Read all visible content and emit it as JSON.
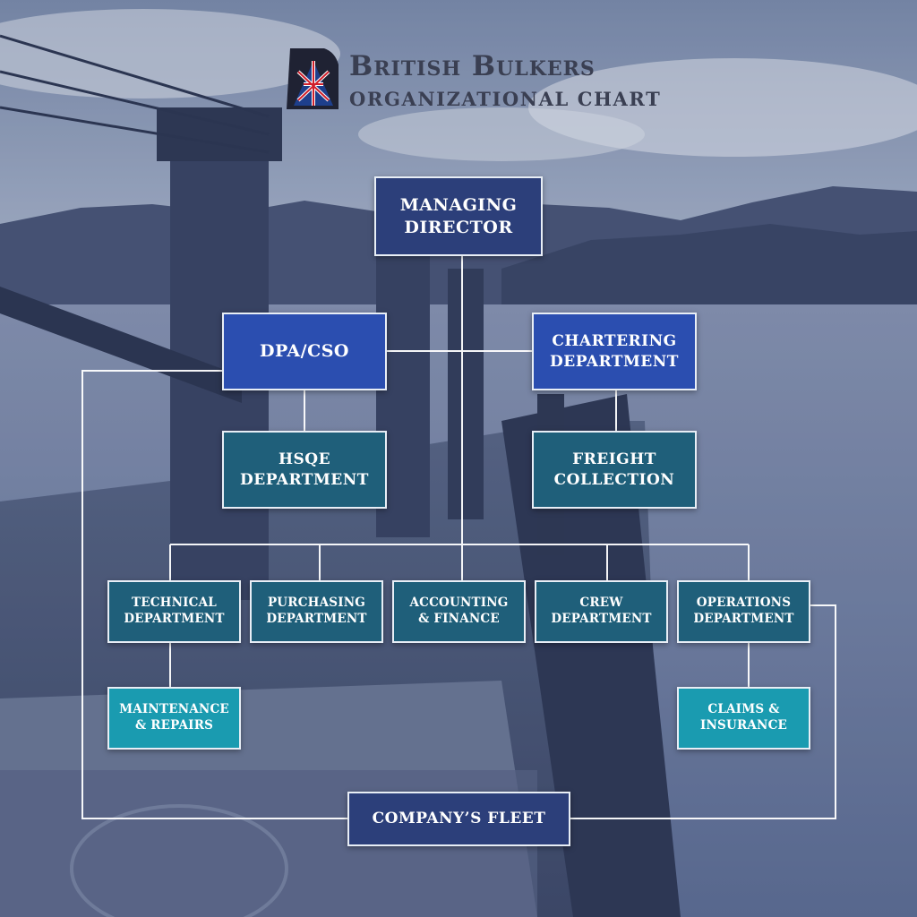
{
  "brand": {
    "name": "British Bulkers",
    "subtitle": "ORGANIZATIONAL CHART"
  },
  "colors": {
    "navy": "#2c3f7a",
    "royal_blue": "#2b4eb0",
    "teal": "#1f5f7a",
    "aqua": "#1a9bb0",
    "connector": "#ffffff"
  },
  "org": {
    "managing_director": "MANAGING\nDIRECTOR",
    "dpa_cso": "DPA/CSO",
    "chartering": "CHARTERING\nDEPARTMENT",
    "hsqe": "HSQE\nDEPARTMENT",
    "freight": "FREIGHT\nCOLLECTION",
    "technical": "TECHNICAL\nDEPARTMENT",
    "purchasing": "PURCHASING\nDEPARTMENT",
    "accounting": "ACCOUNTING\n& FINANCE",
    "crew": "CREW\nDEPARTMENT",
    "operations": "OPERATIONS\nDEPARTMENT",
    "maintenance": "MAINTENANCE\n& REPAIRS",
    "claims": "CLAIMS &\nINSURANCE",
    "fleet": "COMPANY’S FLEET"
  }
}
